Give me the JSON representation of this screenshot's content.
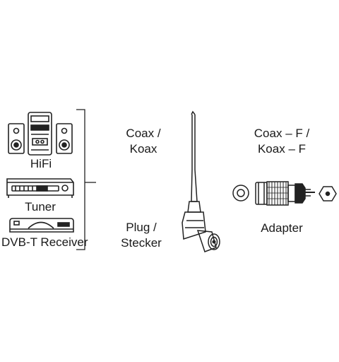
{
  "devices": {
    "hifi_label": "HiFi",
    "tuner_label": "Tuner",
    "dvbt_label": "DVB-T Receiver"
  },
  "cable": {
    "type_line1": "Coax /",
    "type_line2": "Koax",
    "plug_line1": "Plug /",
    "plug_line2": "Stecker"
  },
  "adapter": {
    "type_line1": "Coax – F /",
    "type_line2": "Koax – F",
    "label": "Adapter"
  }
}
